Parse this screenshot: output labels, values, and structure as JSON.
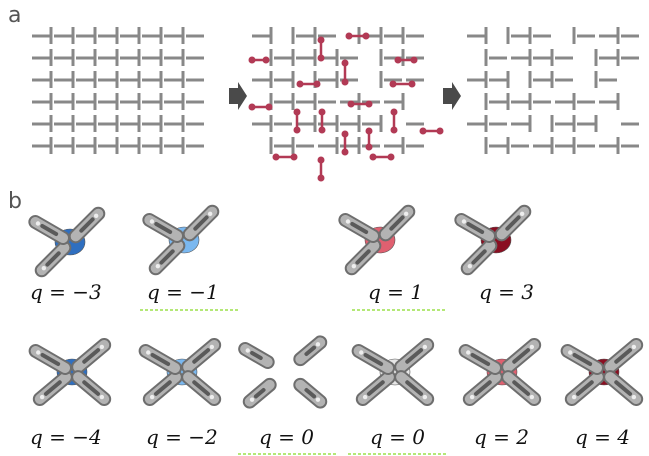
{
  "panels": {
    "a": "a",
    "b": "b"
  },
  "colors": {
    "grid": "#888888",
    "dimer": "#b23a55",
    "arrow": "#4a4a4a",
    "underline": "#9be04a",
    "arm": "#8c8c8c",
    "charges": {
      "-4": "#2f6fc0",
      "-3": "#2f6fc0",
      "-2": "#7ab8f0",
      "-1": "#7ab8f0",
      "0": "#e6e6e6",
      "1": "#e06070",
      "2": "#e06070",
      "3": "#8a0f22",
      "4": "#8a0f22"
    }
  },
  "vertices": [
    {
      "label": "q = −3",
      "charge": "-3",
      "arms": 3,
      "underlined": false
    },
    {
      "label": "q = −1",
      "charge": "-1",
      "arms": 3,
      "underlined": true
    },
    {
      "label": "q = 1",
      "charge": "1",
      "arms": 3,
      "underlined": true
    },
    {
      "label": "q = 3",
      "charge": "3",
      "arms": 3,
      "underlined": false
    },
    {
      "label": "q = −4",
      "charge": "-4",
      "arms": 4,
      "underlined": false
    },
    {
      "label": "q = −2",
      "charge": "-2",
      "arms": 4,
      "underlined": false
    },
    {
      "label": "q = 0",
      "charge": "0",
      "arms": 4,
      "underlined": true,
      "split": true
    },
    {
      "label": "q = 0",
      "charge": "0",
      "arms": 4,
      "underlined": true
    },
    {
      "label": "q = 2",
      "charge": "2",
      "arms": 4,
      "underlined": false
    },
    {
      "label": "q = 4",
      "charge": "4",
      "arms": 4,
      "underlined": false
    }
  ]
}
